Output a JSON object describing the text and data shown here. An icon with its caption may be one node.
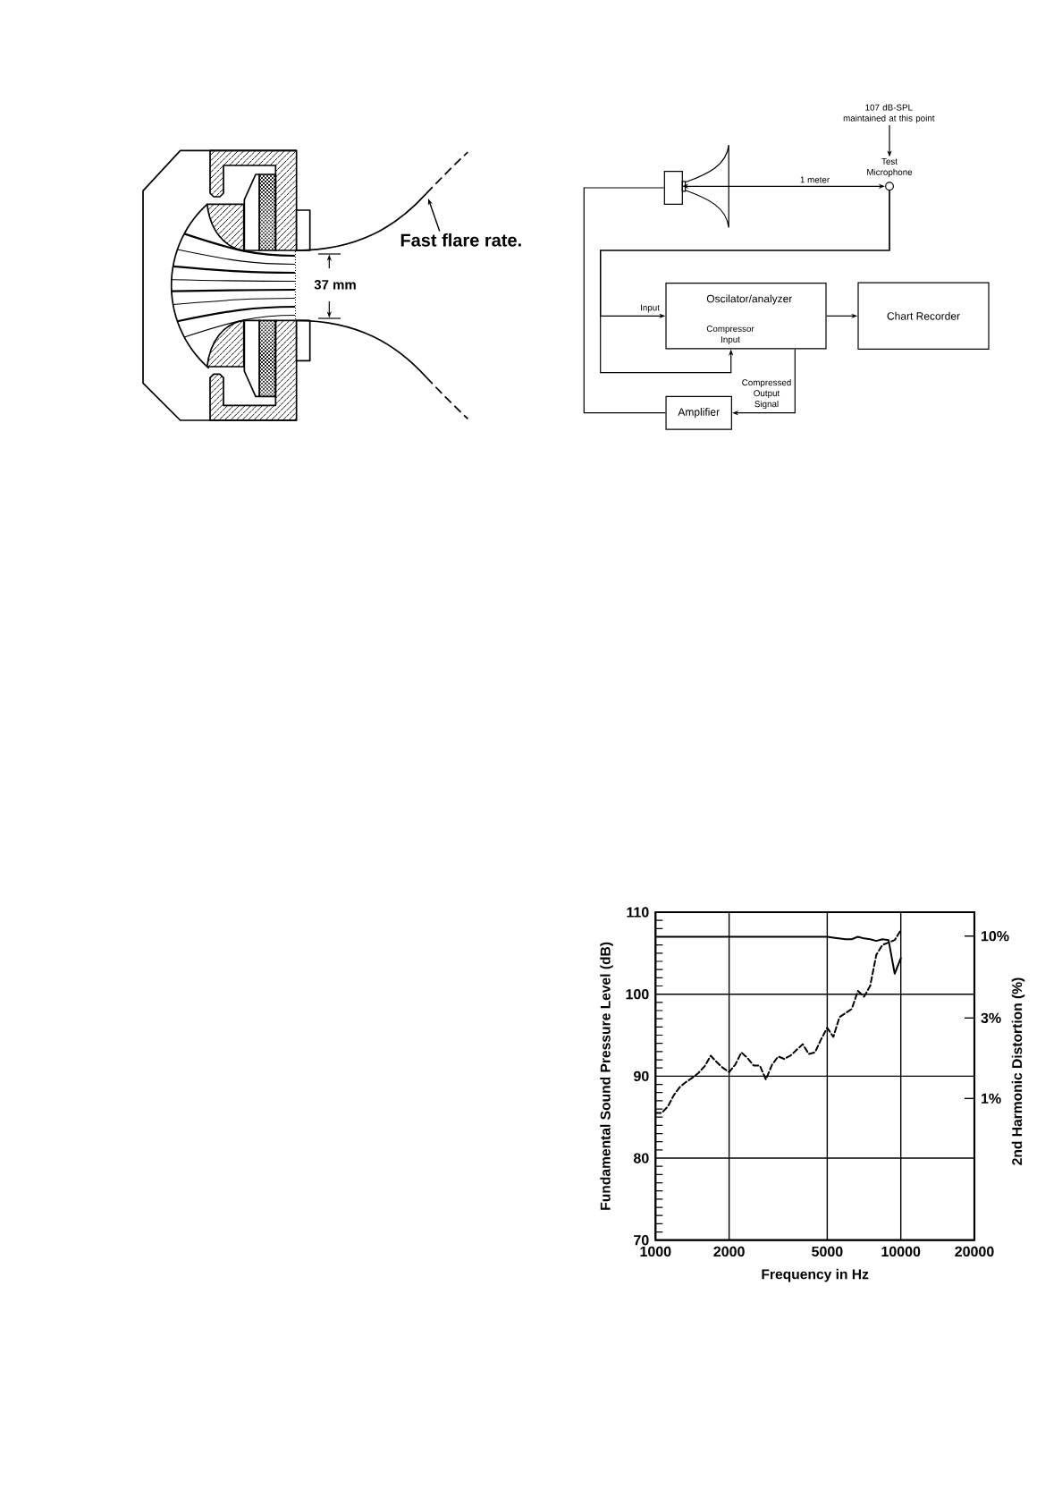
{
  "diagram": {
    "nodes": [
      {
        "text": [
          "Fast flare rate."
        ]
      },
      {
        "text": [
          "107 dB-SPL maintained at this point"
        ]
      },
      {
        "text": [],
        "shape": "box"
      },
      {
        "text": [],
        "shape": "horn"
      },
      {
        "text": [
          "Test Microphone"
        ]
      },
      {
        "text": [
          "Oscilator/analyzer",
          "Compressor Input"
        ]
      },
      {
        "text": [
          "Chart Recorder"
        ]
      },
      {
        "text": [
          "Amplifier"
        ]
      }
    ],
    "edges": [
      {
        "from": 0,
        "to": null,
        "arrow": "to"
      },
      {
        "from": 1,
        "to": 4,
        "arrow": "to"
      },
      {
        "from": 3,
        "to": 4,
        "arrow": "both",
        "label": "1 meter"
      },
      {
        "from": 4,
        "to": 5,
        "arrow": "to",
        "label": "Input"
      },
      {
        "from": 4,
        "to": 5,
        "arrow": "to"
      },
      {
        "from": 5,
        "to": 6,
        "arrow": "to"
      },
      {
        "from": 5,
        "to": 7,
        "arrow": "to",
        "label": "Compressed Output Signal"
      },
      {
        "from": 7,
        "to": 2,
        "arrow": "none"
      }
    ],
    "labels": [
      "37 mm",
      "10%",
      "3%",
      "1%",
      "2nd Harmonic Distortion (%)"
    ],
    "chart_data": {
      "type": "line",
      "xlabel": "Frequency in Hz",
      "ylabel": "Fundamental Sound Pressure Level (dB)",
      "grid": true,
      "categories": [
        "1000",
        null,
        null,
        null,
        null,
        null,
        null,
        null,
        null,
        null,
        null,
        null,
        "2000",
        null,
        null,
        null,
        null,
        null,
        null,
        null,
        null,
        null,
        null,
        null,
        null,
        null,
        null,
        null,
        "5000",
        null,
        null,
        null,
        null,
        null,
        null,
        null,
        null,
        null,
        null,
        null,
        "10000",
        null,
        null,
        null,
        null,
        null,
        null,
        null,
        null,
        null,
        null,
        null,
        "20000"
      ],
      "series": [
        {
          "color": "#000000",
          "values": [
            107,
            107,
            107,
            107,
            107,
            107,
            107,
            107,
            107,
            107,
            107,
            107,
            107,
            107,
            107,
            107,
            107,
            107,
            107,
            107,
            107,
            107,
            107,
            107,
            107,
            107,
            107,
            107,
            107,
            106.9,
            106.8,
            106.7,
            106.7,
            107.0,
            106.8,
            106.7,
            106.5,
            106.7,
            106.6,
            102.5,
            104.4,
            null,
            null,
            null,
            null,
            null,
            null,
            null,
            null,
            null,
            null,
            null,
            null
          ]
        },
        {
          "color": "#000000",
          "line_style": "dashed",
          "values": [
            85.5,
            85.5,
            86.3,
            87.7,
            88.7,
            89.3,
            89.8,
            90.4,
            91.2,
            92.5,
            91.7,
            91.0,
            90.5,
            91.4,
            92.9,
            92.2,
            91.3,
            91.3,
            89.6,
            91.4,
            92.4,
            92.1,
            92.5,
            93.2,
            93.9,
            92.7,
            92.9,
            94.5,
            95.9,
            94.8,
            97.2,
            97.7,
            98.2,
            100.4,
            99.7,
            101.0,
            104.8,
            106.0,
            106.3,
            106.6,
            107.8,
            null,
            null,
            null,
            null,
            null,
            null,
            null,
            null,
            null,
            null,
            null,
            null
          ]
        }
      ],
      "ylim": [
        70,
        110
      ],
      "yticks": [
        70,
        80,
        90,
        100,
        110
      ]
    }
  }
}
